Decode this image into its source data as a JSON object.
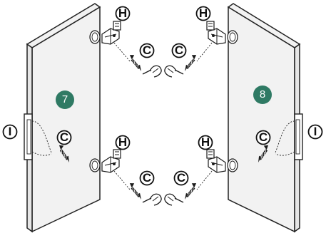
{
  "panels": [
    {
      "number": "7",
      "side": "left"
    },
    {
      "number": "8",
      "side": "right"
    }
  ],
  "part_labels": {
    "hinge": "H",
    "screw": "C",
    "handle": "I"
  },
  "colors": {
    "panel_fill": "#ffffff",
    "panel_edge": "#222222",
    "badge": "#2f7a64",
    "stroke": "#1a1a1a"
  },
  "icons": [
    "hinge-icon",
    "screw-icon",
    "screwdriver-icon",
    "handle-icon"
  ]
}
